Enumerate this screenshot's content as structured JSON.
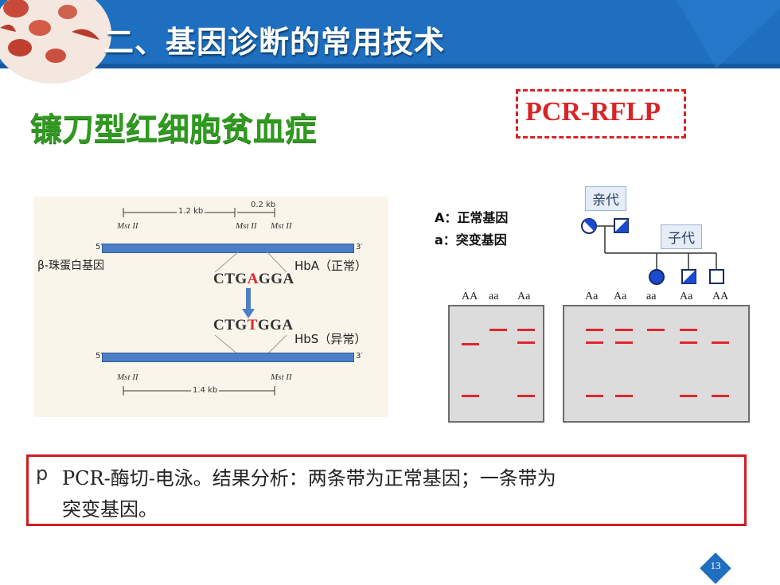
{
  "header": {
    "title": "二、基因诊断的常用技术"
  },
  "subtitle": "镰刀型红细胞贫血症",
  "method_tag": "PCR-RFLP",
  "diagram": {
    "dist_12kb": "1.2 kb",
    "dist_02kb": "0.2 kb",
    "dist_14kb": "1.4 kb",
    "enzyme": "Mst II",
    "five_prime": "5′",
    "three_prime": "3′",
    "gene_label": "β-珠蛋白基因",
    "hba_label": "HbA（正常）",
    "hbs_label": "HbS（异常）",
    "seq_normal_a": "CTG",
    "seq_normal_b": "A",
    "seq_normal_c": "GGA",
    "seq_mut_a": "CTG",
    "seq_mut_b": "T",
    "seq_mut_c": "GGA"
  },
  "legend": {
    "line1": "A：正常基因",
    "line2": "a：突变基因"
  },
  "pedigree": {
    "parents_label": "亲代",
    "children_label": "子代"
  },
  "gel": {
    "lanes_left": [
      "AA",
      "aa",
      "Aa"
    ],
    "lanes_right": [
      "Aa",
      "Aa",
      "aa",
      "Aa",
      "AA"
    ]
  },
  "note": {
    "bullet": "p",
    "line1": "PCR-酶切-电泳。结果分析：两条带为正常基因；一条带为",
    "line2": "突变基因。"
  },
  "page_number": "13",
  "colors": {
    "header": "#1f6fc0",
    "accent_red": "#d92326",
    "green_title": "#2f9a1f",
    "band": "#e0262d"
  }
}
